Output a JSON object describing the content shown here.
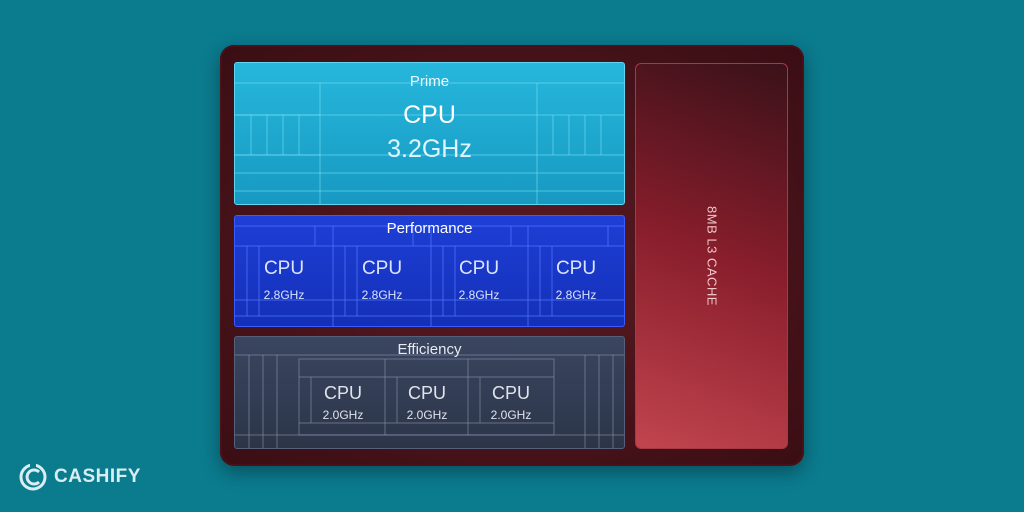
{
  "prime": {
    "title": "Prime",
    "cpu_label": "CPU",
    "frequency": "3.2GHz"
  },
  "performance": {
    "title": "Performance",
    "cores": [
      {
        "label": "CPU",
        "frequency": "2.8GHz"
      },
      {
        "label": "CPU",
        "frequency": "2.8GHz"
      },
      {
        "label": "CPU",
        "frequency": "2.8GHz"
      },
      {
        "label": "CPU",
        "frequency": "2.8GHz"
      }
    ]
  },
  "efficiency": {
    "title": "Efficiency",
    "cores": [
      {
        "label": "CPU",
        "frequency": "2.0GHz"
      },
      {
        "label": "CPU",
        "frequency": "2.0GHz"
      },
      {
        "label": "CPU",
        "frequency": "2.0GHz"
      }
    ]
  },
  "cache": {
    "label": "8MB L3 CACHE"
  },
  "watermark": {
    "brand": "CASHIFY",
    "icon": "cashify-logo-icon"
  },
  "colors": {
    "background": "#0b7b8e",
    "prime": "#1aa6cf",
    "performance": "#1b37c8",
    "efficiency": "#323c52",
    "cache": "#a8303c"
  }
}
